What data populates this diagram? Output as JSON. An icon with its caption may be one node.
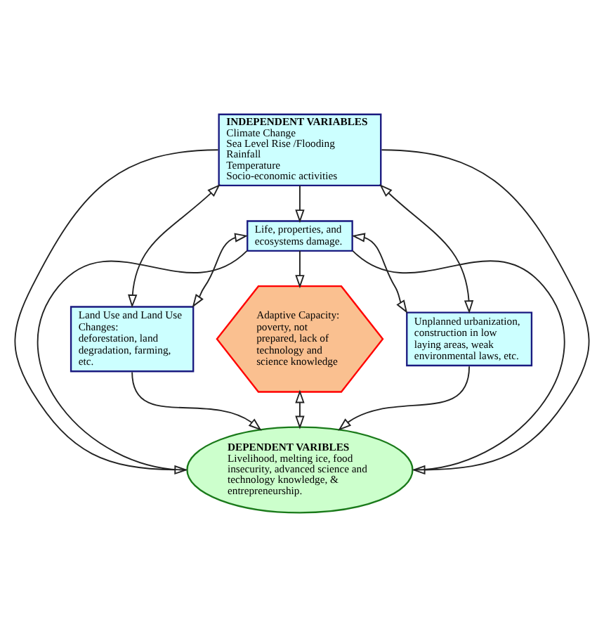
{
  "diagram": {
    "nodes": [
      {
        "text": [
          "INDEPENDENT VARIABLES",
          "Climate Change",
          "Sea Level Rise /Flooding",
          "Rainfall",
          "Temperature",
          "Socio-economic activities"
        ]
      },
      {
        "text": [
          "Life, properties, and ecosystems damage."
        ]
      },
      {
        "text": [
          "Land Use and Land Use Changes: deforestation, land degradation, farming, etc."
        ]
      },
      {
        "text": [
          "Adaptive Capacity: poverty, not prepared, lack of technology and science knowledge"
        ]
      },
      {
        "text": [
          "Unplanned urbanization, construction in low laying areas, weak environmental laws, etc."
        ]
      },
      {
        "text": [
          "DEPENDENT VARIBLES",
          "Livelihood, melting ice, food insecurity, advanced science and technology knowledge, & entrepreneurship."
        ]
      }
    ],
    "edges": [
      {
        "from": 0,
        "to": 1,
        "arrow": "to"
      },
      {
        "from": 0,
        "to": 2,
        "arrow": "both"
      },
      {
        "from": 0,
        "to": 4,
        "arrow": "both"
      },
      {
        "from": 1,
        "to": 3,
        "arrow": "to"
      },
      {
        "from": 1,
        "to": 2,
        "arrow": "both"
      },
      {
        "from": 1,
        "to": 4,
        "arrow": "both"
      },
      {
        "from": 3,
        "to": 5,
        "arrow": "both"
      },
      {
        "from": 2,
        "to": 5,
        "arrow": "to"
      },
      {
        "from": 4,
        "to": 5,
        "arrow": "to"
      },
      {
        "from": 0,
        "to": 5,
        "arrow": "to"
      },
      {
        "from": 1,
        "to": 5,
        "arrow": "none"
      },
      {
        "from": 1,
        "to": 5,
        "arrow": "none"
      },
      {
        "from": 0,
        "to": 5,
        "arrow": "to"
      }
    ]
  }
}
